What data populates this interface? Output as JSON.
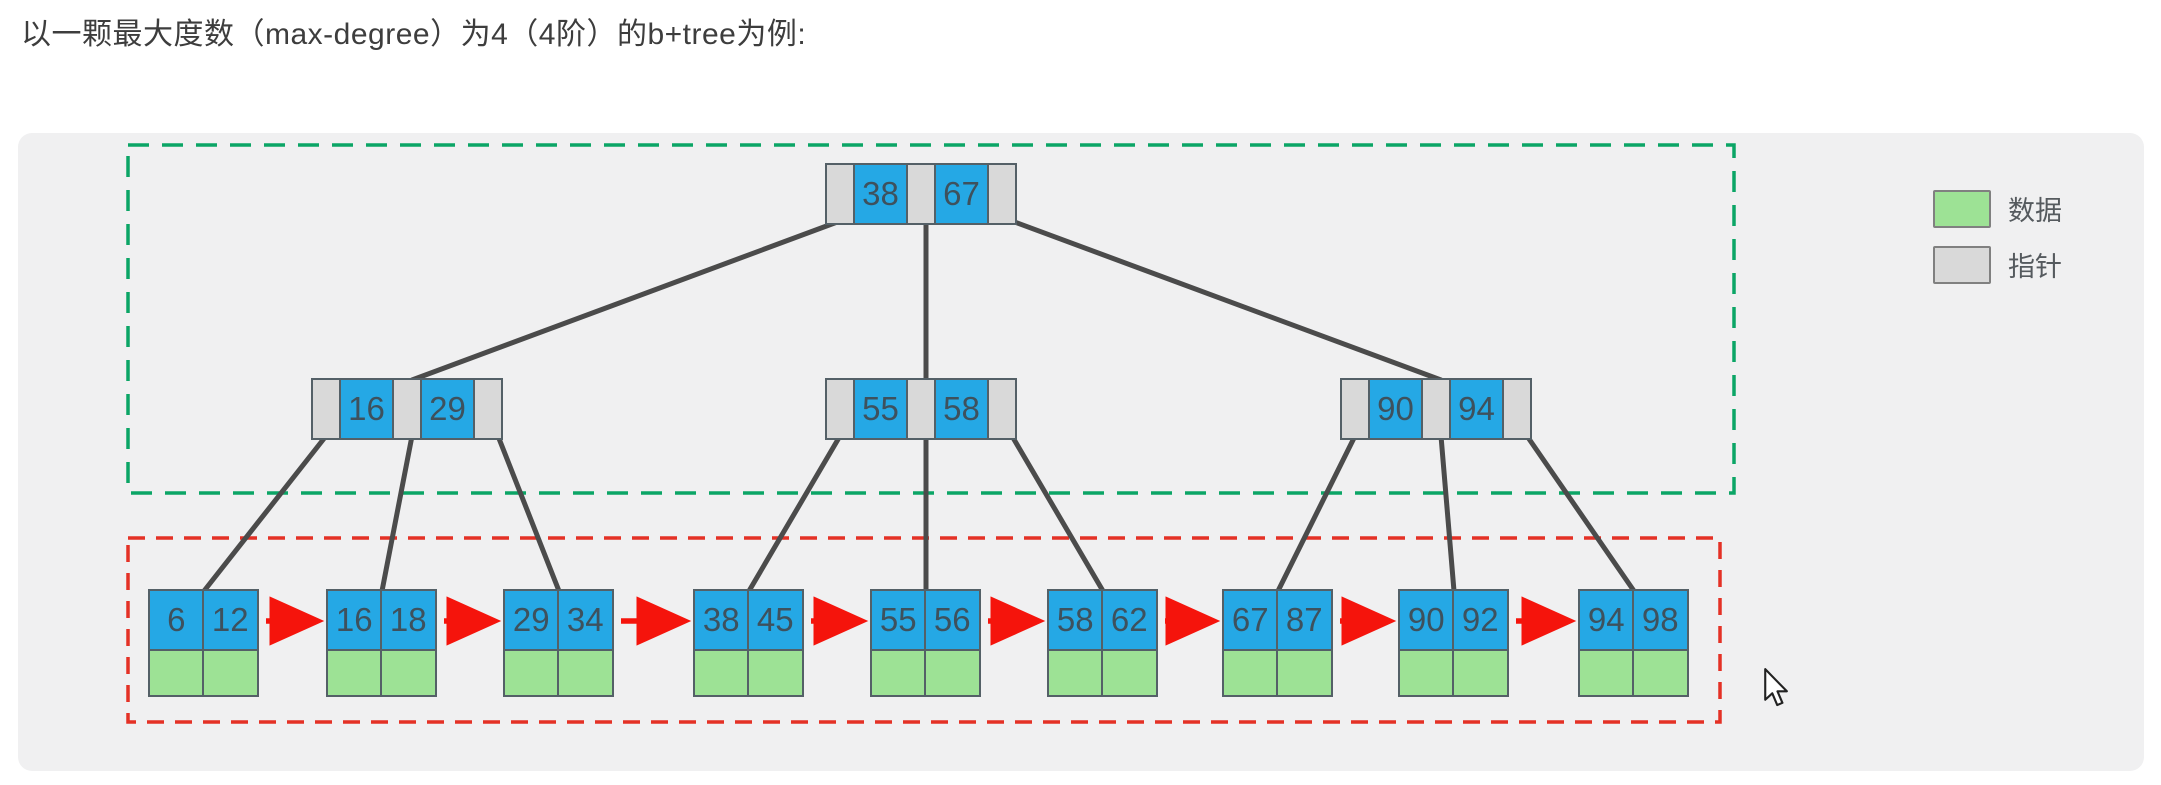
{
  "title": "以一颗最大度数（max-degree）为4（4阶）的b+tree为例:",
  "legend": {
    "items": [
      {
        "name": "data",
        "label": "数据",
        "color": "#9de295"
      },
      {
        "name": "pointer",
        "label": "指针",
        "color": "#d9d9d9"
      }
    ]
  },
  "diagram": {
    "type": "b+tree",
    "max_degree": 4,
    "root": {
      "keys": [
        "38",
        "67"
      ]
    },
    "internal_nodes": [
      {
        "keys": [
          "16",
          "29"
        ]
      },
      {
        "keys": [
          "55",
          "58"
        ]
      },
      {
        "keys": [
          "90",
          "94"
        ]
      }
    ],
    "leaf_nodes": [
      {
        "keys": [
          "6",
          "12"
        ]
      },
      {
        "keys": [
          "16",
          "18"
        ]
      },
      {
        "keys": [
          "29",
          "34"
        ]
      },
      {
        "keys": [
          "38",
          "45"
        ]
      },
      {
        "keys": [
          "55",
          "56"
        ]
      },
      {
        "keys": [
          "58",
          "62"
        ]
      },
      {
        "keys": [
          "67",
          "87"
        ]
      },
      {
        "keys": [
          "90",
          "92"
        ]
      },
      {
        "keys": [
          "94",
          "98"
        ]
      }
    ],
    "colors": {
      "key_cell": "#25a8e5",
      "data_cell": "#9de295",
      "pointer_cell": "#d9d9d9",
      "edge": "#4b4b4b",
      "linked_list_arrow": "#f5140c",
      "internal_region_border": "#0ba566",
      "leaf_region_border": "#e43125",
      "panel_background": "#f0f0f1"
    }
  }
}
